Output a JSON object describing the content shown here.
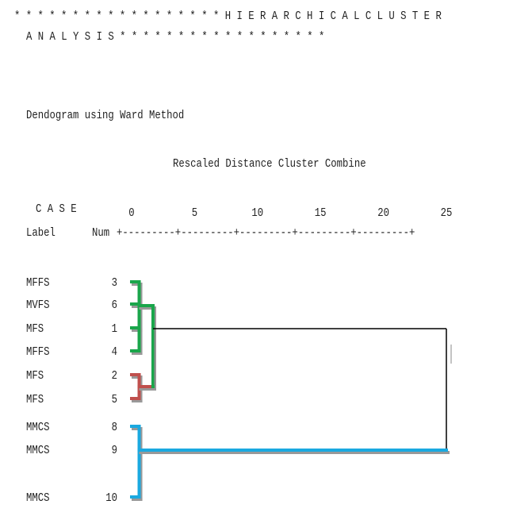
{
  "header": {
    "line1": "* * * * * * * * * * * * * * * * * * H I E R A R C H I C A L C L U S T E R",
    "line2": "A N A L Y S I S * * * * * * * * * * * * * * * * * *"
  },
  "method_label": "Dendogram using Ward Method",
  "axis_title": "Rescaled Distance Cluster Combine",
  "case_label": "C A S E",
  "label_col": "Label",
  "num_col": "Num",
  "axis_rule": "+---------+---------+---------+---------+---------+",
  "chart_data": {
    "type": "dendrogram",
    "title": "Dendogram using Ward Method",
    "xlabel": "Rescaled Distance Cluster Combine",
    "xlim": [
      0,
      25
    ],
    "xticks": [
      0,
      5,
      10,
      15,
      20,
      25
    ],
    "leaves": [
      {
        "label": "MFFS",
        "num": "3"
      },
      {
        "label": "MVFS",
        "num": "6"
      },
      {
        "label": "MFS",
        "num": "1"
      },
      {
        "label": "MFFS",
        "num": "4"
      },
      {
        "label": "MFS",
        "num": "2"
      },
      {
        "label": "MFS",
        "num": "5"
      },
      {
        "label": "MMCS",
        "num": "8"
      },
      {
        "label": "MMCS",
        "num": "9"
      },
      {
        "label": "MMCS",
        "num": "10"
      }
    ],
    "clusters": [
      {
        "leaves": [
          0,
          1,
          2,
          3
        ],
        "color": "#1aa64b"
      },
      {
        "leaves": [
          4,
          5
        ],
        "color": "#c0504d"
      },
      {
        "leaves": [
          6,
          7,
          8
        ],
        "color": "#1aa9e0"
      }
    ],
    "merges": [
      {
        "distance": 0.6,
        "members": [
          0,
          1,
          2,
          3
        ],
        "color": "#1aa64b"
      },
      {
        "distance": 0.6,
        "members": [
          4,
          5
        ],
        "color": "#c0504d"
      },
      {
        "distance": 1.7,
        "members": [
          0,
          4
        ],
        "color": "#1aa64b"
      },
      {
        "distance": 0.6,
        "members": [
          6,
          8
        ],
        "color": "#1aa9e0"
      },
      {
        "distance": 25,
        "members": [
          0,
          6
        ],
        "color": "#000000"
      }
    ],
    "colors": {
      "shadow": "#999999",
      "link": "#000000"
    }
  }
}
